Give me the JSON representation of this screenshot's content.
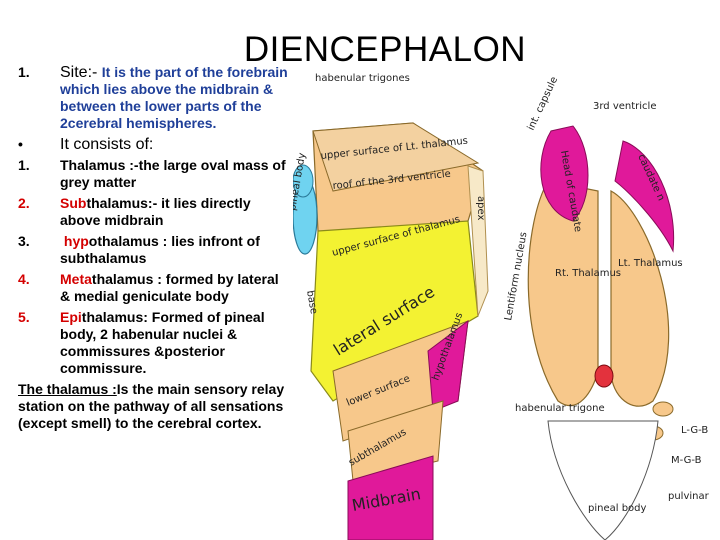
{
  "title": "DIENCEPHALON",
  "items": [
    {
      "num": "1.",
      "lead": "Site:- ",
      "rest": "It is the part of the forebrain which lies above the midbrain & between the lower parts of the 2cerebral hemispheres."
    },
    {
      "num": "•",
      "text": "It consists of:"
    },
    {
      "num": "1.",
      "text": "Thalamus :-the large oval mass of grey matter"
    },
    {
      "num": "2.",
      "prefix": "Sub",
      "text": "thalamus:- it lies directly above midbrain"
    },
    {
      "num": "3.",
      "prefix": "hyp",
      "text": "othalamus : lies infront of subthalamus"
    },
    {
      "num": "4.",
      "prefix": "Meta",
      "text": "thalamus : formed by lateral & medial geniculate body"
    },
    {
      "num": "5.",
      "prefix": "Epi",
      "text": "thalamus: Formed of pineal body, 2 habenular nuclei & commissures &posterior commissure."
    }
  ],
  "thalamus_note": {
    "lead": "The thalamus :",
    "text": "Is the main sensory relay station on the pathway of all sensations (except smell) to the cerebral cortex."
  },
  "figure_labels": {
    "habenular_trigones": "habenular trigones",
    "upper_surface_lt": "upper surface of Lt. thalamus",
    "roof_3rd": "roof of the 3rd ventricle",
    "upper_surface_thal": "upper surface of thalamus",
    "apex": "apex",
    "pineal_body_left": "pineal body",
    "lateral_surface": "lateral surface",
    "base": "base",
    "lower_surface": "lower surface",
    "hypothalamus": "hypothalamus",
    "subthalamus": "subthalamus",
    "midbrain": "Midbrain",
    "int_capsule": "int. capsule",
    "third_ventricle": "3rd ventricle",
    "head_caudate": "Head of caudate",
    "caudate_n": "caudate n",
    "lentiform": "Lentiform nucleus",
    "rt_thalamus": "Rt. Thalamus",
    "lt_thalamus": "Lt. Thalamus",
    "habenular_trigone": "habenular trigone",
    "lgb": "L-G-B",
    "mgb": "M-G-B",
    "pulvinar": "pulvinar",
    "pineal_body": "pineal body"
  },
  "colors": {
    "red": "#d40000",
    "blue": "#1f3f99",
    "magenta": "#e0199a",
    "yellow": "#f3f232",
    "orange": "#f7c88b",
    "cyan": "#6fd3f0"
  }
}
